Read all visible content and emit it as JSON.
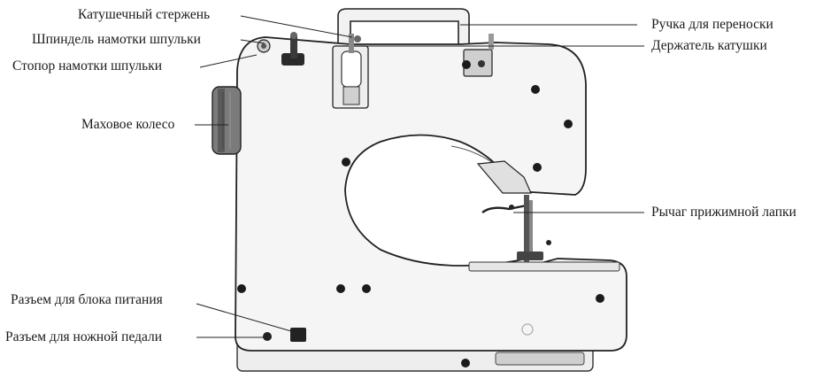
{
  "labels": {
    "spool_pin": "Катушечный стержень",
    "bobbin_winder_spindle": "Шпиндель намотки шпульки",
    "bobbin_winder_stopper": "Стопор намотки шпульки",
    "handwheel": "Маховое колесо",
    "power_adapter_jack": "Разъем для блока питания",
    "foot_pedal_jack": "Разъем для ножной педали",
    "carry_handle": "Ручка для переноски",
    "thread_holder": "Держатель катушки",
    "presser_foot_lever": "Рычаг прижимной лапки"
  },
  "colors": {
    "body": "#f4f4f4",
    "outline": "#222222",
    "shade": "#d9d9d9",
    "dark": "#1b1b1b",
    "text": "#1a1a1a"
  }
}
